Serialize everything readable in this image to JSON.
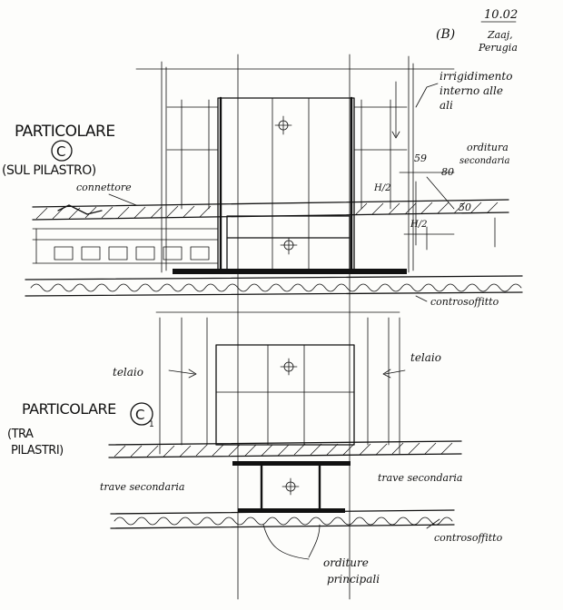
{
  "header": {
    "code": "(B)",
    "date": "10.02",
    "place_line1": "Zaaj,",
    "place_line2": "Perugia"
  },
  "detail_c": {
    "title": "PARTICOLARE",
    "letter": "C",
    "subtitle": "(SUL PILASTRO)",
    "label_connector": "connettore",
    "label_stiffening_1": "irrigidimento",
    "label_stiffening_2": "interno alle",
    "label_stiffening_3": "ali",
    "label_secondary_1": "orditura",
    "label_secondary_2": "secondaria",
    "label_ceiling": "controsoffitto",
    "dim_59": "59",
    "dim_80": "80",
    "dim_50": "50",
    "dim_h2_top": "H/2",
    "dim_h2_bottom": "H/2"
  },
  "detail_c1": {
    "title": "PARTICOLARE",
    "letter": "C",
    "letter_sub": "1",
    "subtitle_1": "(TRA",
    "subtitle_2": "PILASTRI)",
    "label_frame_left": "telaio",
    "label_frame_right": "telaio",
    "label_beam_left": "trave secondaria",
    "label_beam_right": "trave secondaria",
    "label_ceiling": "controsoffitto",
    "label_primary_1": "orditure",
    "label_primary_2": "principali"
  }
}
